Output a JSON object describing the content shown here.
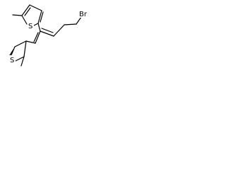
{
  "molecule": {
    "atoms": {
      "upper_sulfur": "S",
      "lower_sulfur": "S",
      "bromine": "Br"
    }
  }
}
